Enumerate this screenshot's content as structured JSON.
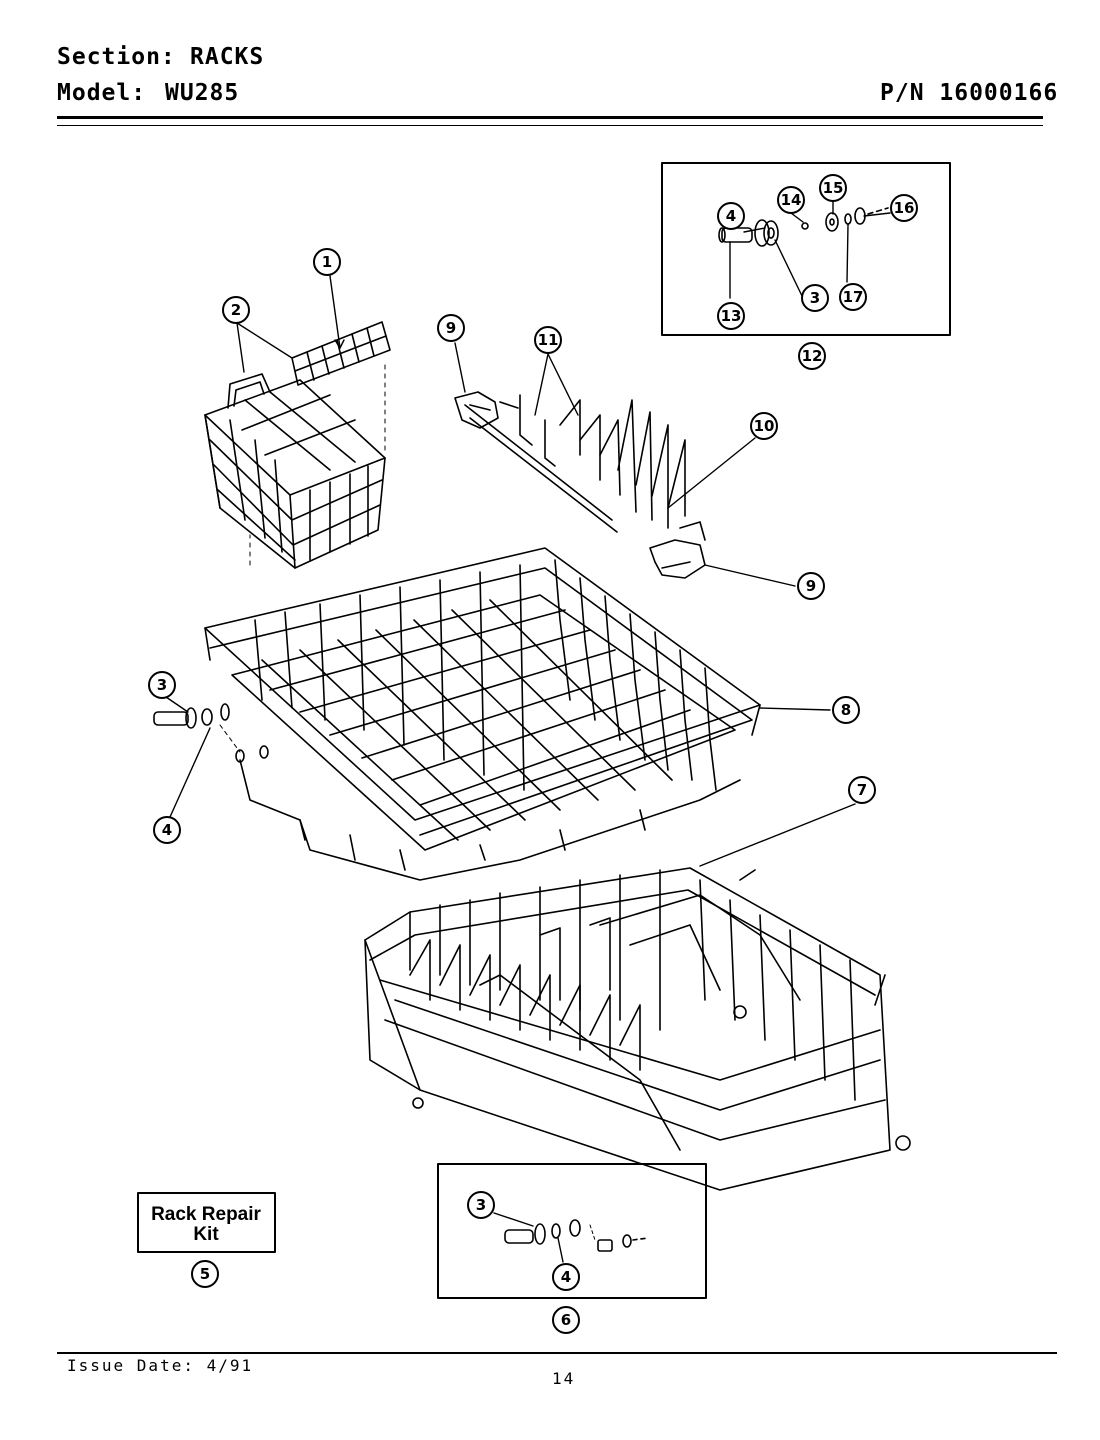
{
  "header": {
    "section_label": "Section:",
    "section_value": "RACKS",
    "model_label": "Model:",
    "model_value": "WU285",
    "part_number": "P/N 16000166"
  },
  "callouts": [
    "1",
    "2",
    "3",
    "4",
    "5",
    "6",
    "7",
    "8",
    "9",
    "10",
    "11",
    "12",
    "13",
    "14",
    "15",
    "16",
    "17"
  ],
  "kit_box": {
    "line1": "Rack Repair",
    "line2": "Kit",
    "callout": "5"
  },
  "footer": {
    "issue_date": "Issue Date: 4/91",
    "page_number": "14"
  }
}
